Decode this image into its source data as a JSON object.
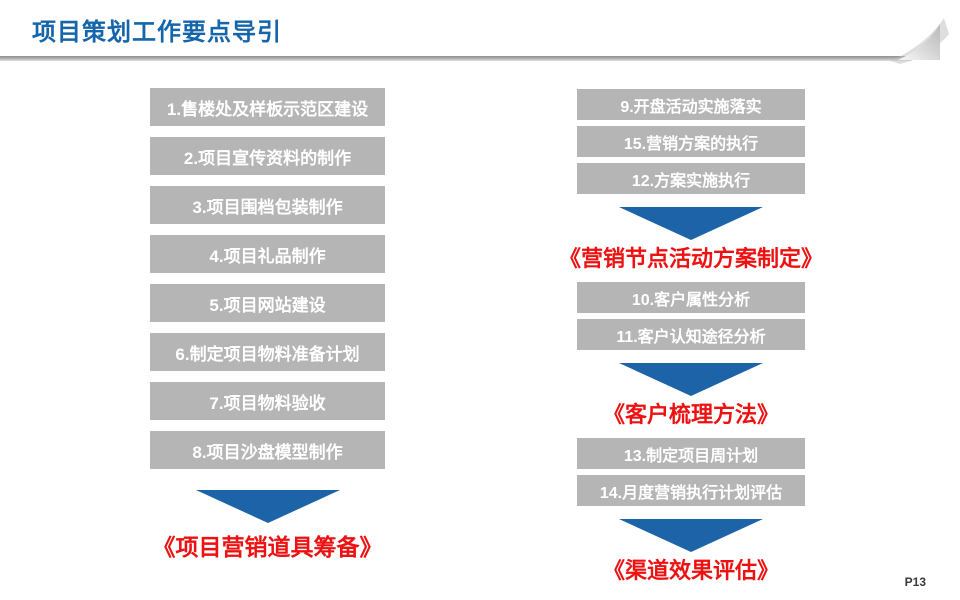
{
  "slide": {
    "title": "项目策划工作要点导引",
    "page_number": "P13"
  },
  "colors": {
    "title_blue": "#1565ab",
    "arrow_blue": "#1c64a7",
    "box_gray": "#b5b5b5",
    "box_text": "#ffffff",
    "result_red": "#ee1111",
    "divider_gray": "#8e8e8e"
  },
  "icons": {
    "down_arrow": "down-arrow-icon",
    "page_curl": "page-curl-icon"
  },
  "left_flow": {
    "items": [
      "1.售楼处及样板示范区建设",
      "2.项目宣传资料的制作",
      "3.项目围档包装制作",
      "4.项目礼品制作",
      "5.项目网站建设",
      "6.制定项目物料准备计划",
      "7.项目物料验收",
      "8.项目沙盘模型制作"
    ],
    "result": "《项目营销道具筹备》"
  },
  "right_flows": [
    {
      "items": [
        "9.开盘活动实施落实",
        "15.营销方案的执行",
        "12.方案实施执行"
      ],
      "result": "《营销节点活动方案制定》"
    },
    {
      "items": [
        "10.客户属性分析",
        "11.客户认知途径分析"
      ],
      "result": "《客户梳理方法》"
    },
    {
      "items": [
        "13.制定项目周计划",
        "14.月度营销执行计划评估"
      ],
      "result": "《渠道效果评估》"
    }
  ]
}
